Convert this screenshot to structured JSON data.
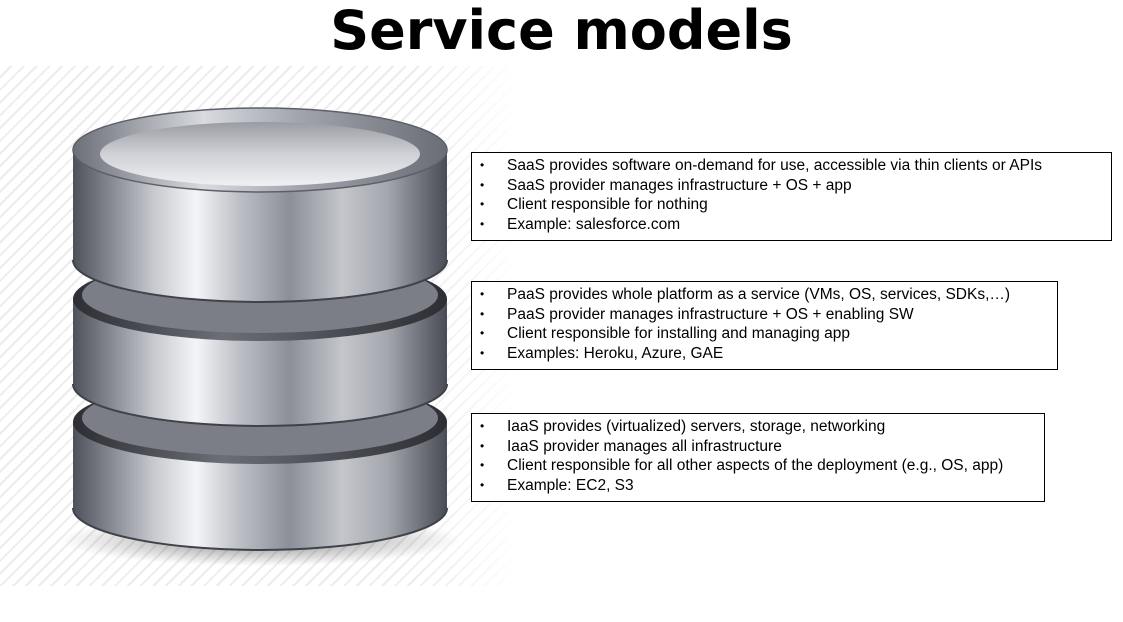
{
  "slide": {
    "title": "Service models"
  },
  "image": {
    "icon": "database-stack-icon",
    "colors": {
      "metal_dark": "#5a5d66",
      "metal_light": "#f0f1f5",
      "hatch": "#ececec"
    }
  },
  "boxes": [
    {
      "id": "saas",
      "items": [
        "SaaS provides software on-demand for use, accessible via thin clients or APIs",
        "SaaS provider manages infrastructure + OS + app",
        "Client responsible for nothing",
        "Example: salesforce.com"
      ]
    },
    {
      "id": "paas",
      "items": [
        "PaaS provides whole platform as a service (VMs,  OS, services, SDKs,…)",
        "PaaS provider manages infrastructure + OS + enabling SW",
        "Client responsible for installing and managing app",
        "Examples:  Heroku, Azure, GAE"
      ]
    },
    {
      "id": "iaas",
      "items": [
        "IaaS provides (virtualized) servers, storage, networking",
        "IaaS provider manages all infrastructure",
        "Client responsible for all other aspects of the deployment (e.g., OS, app)",
        "Example: EC2, S3"
      ]
    }
  ],
  "bullet": "•"
}
